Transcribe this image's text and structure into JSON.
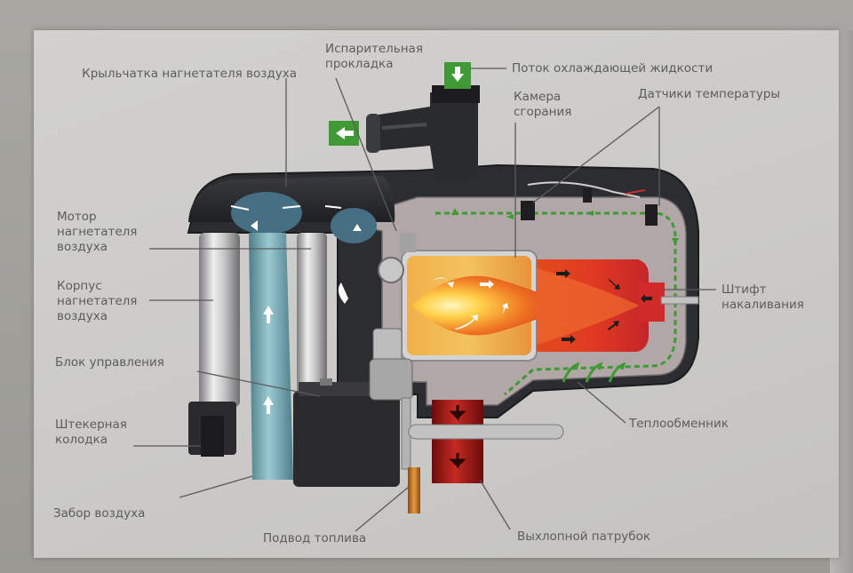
{
  "labels": {
    "impeller": "Крыльчатка нагнетателя воздуха",
    "evaporator_l1": "Испарительная",
    "evaporator_l2": "прокладка",
    "coolant_flow": "Поток охлаждающей жидкости",
    "chamber_l1": "Камера",
    "chamber_l2": "сгорания",
    "temp_sensors": "Датчики температуры",
    "motor_l1": "Мотор",
    "motor_l2": "нагнетателя",
    "motor_l3": "воздуха",
    "housing_l1": "Корпус",
    "housing_l2": "нагнетателя",
    "housing_l3": "воздуха",
    "glow_pin_l1": "Штифт",
    "glow_pin_l2": "накаливания",
    "control_unit": "Блок управления",
    "connector_l1": "Штекерная",
    "connector_l2": "колодка",
    "heat_exchanger": "Теплообменник",
    "air_intake": "Забор воздуха",
    "fuel_supply": "Подвод топлива",
    "exhaust": "Выхлопной патрубок"
  },
  "colors": {
    "coolant_arrow": "#3f9a35",
    "flame_core": "#fff1a8",
    "flame_outer": "#e8421a",
    "exhaust_pipe": "#9a1414",
    "air_duct": "#6fa7b3",
    "housing_dark": "#2a2b2e"
  }
}
